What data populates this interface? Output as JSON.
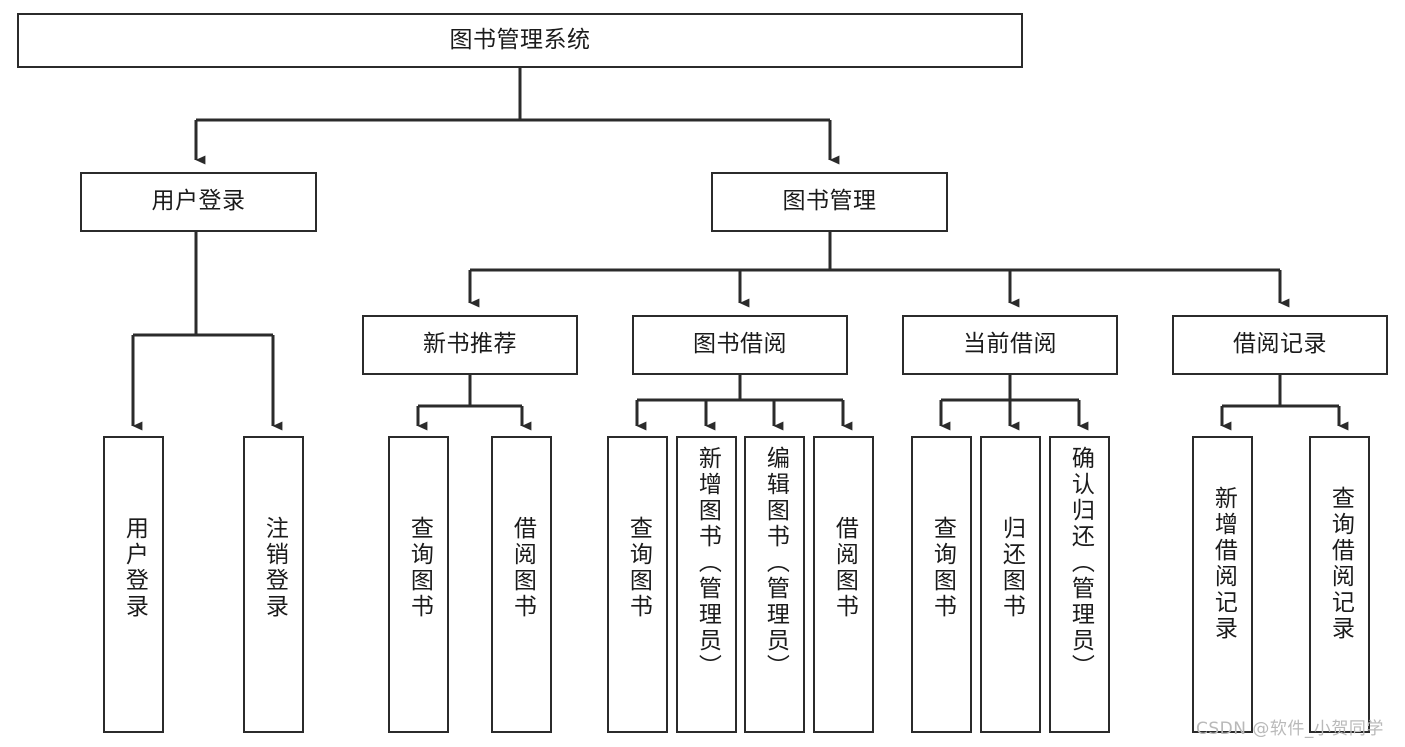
{
  "diagram": {
    "title": "图书管理系统",
    "watermark": "CSDN @软件_小贺同学",
    "line_color": "#2b2b2b",
    "box_border_color": "#2b2b2b",
    "background_color": "#ffffff",
    "text_color": "#1b1b1b",
    "watermark_color": "#b9b9b9"
  },
  "nodes": {
    "root": {
      "label": "图书管理系统"
    },
    "level2": [
      {
        "label": "用户登录"
      },
      {
        "label": "图书管理"
      }
    ],
    "level3": [
      {
        "label": "新书推荐"
      },
      {
        "label": "图书借阅"
      },
      {
        "label": "当前借阅"
      },
      {
        "label": "借阅记录"
      }
    ],
    "leaves": {
      "user_login": [
        {
          "label": "用户登录"
        },
        {
          "label": "注销登录"
        }
      ],
      "new_book_recommend": [
        {
          "label": "查询图书"
        },
        {
          "label": "借阅图书"
        }
      ],
      "book_borrow": [
        {
          "label": "查询图书"
        },
        {
          "label": "新增图书（管理员）"
        },
        {
          "label": "编辑图书（管理员）"
        },
        {
          "label": "借阅图书"
        }
      ],
      "current_borrow": [
        {
          "label": "查询图书"
        },
        {
          "label": "归还图书"
        },
        {
          "label": "确认归还（管理员）"
        }
      ],
      "borrow_record": [
        {
          "label": "新增借阅记录"
        },
        {
          "label": "查询借阅记录"
        }
      ]
    }
  }
}
